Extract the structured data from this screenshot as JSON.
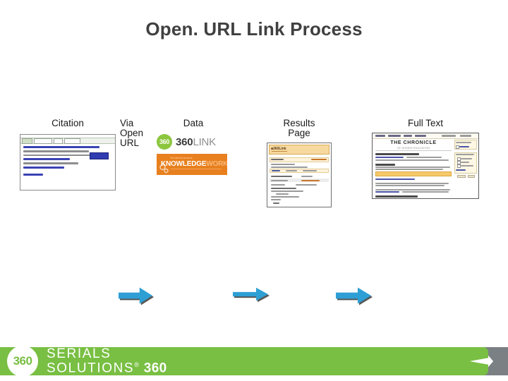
{
  "slide": {
    "title": "Open. URL Link Process"
  },
  "flow": {
    "steps": [
      {
        "id": "citation",
        "label": "Citation"
      },
      {
        "id": "viaopenurl",
        "label_line1": "Via",
        "label_line2": "Open",
        "label_line3": "URL"
      },
      {
        "id": "data",
        "label": "Data"
      },
      {
        "id": "results",
        "label_line1": "Results",
        "label_line2": "Page"
      },
      {
        "id": "fulltext",
        "label": "Full Text"
      }
    ],
    "arrows": [
      {
        "id": "arrow-1",
        "direction": "right"
      },
      {
        "id": "arrow-2",
        "direction": "right"
      },
      {
        "id": "arrow-3",
        "direction": "right"
      }
    ]
  },
  "data_logos": {
    "link360": {
      "circle_text": "360",
      "wordmark_bold": "360",
      "wordmark_light": "LINK"
    },
    "knowledgeworks": {
      "superbrand": "SerialsSolutions",
      "word_bold": "KNOWLEDGE",
      "word_light": "WORKS"
    }
  },
  "thumbnails": {
    "fulltext": {
      "masthead": "THE CHRONICLE",
      "masthead_sub": "OF HIGHER EDUCATION"
    }
  },
  "footer": {
    "circle_text": "360",
    "line1": "SERIALS",
    "line2": "SOLUTIONS",
    "registered_mark": "®",
    "suffix": "360"
  },
  "colors": {
    "title": "#404040",
    "arrow": "#2e9fd4",
    "arrow_shadow": "#585858",
    "brand_green": "#79bf43",
    "logo_green": "#8cc63e",
    "kw_orange": "#e8801f",
    "results_header": "#f7d9a0",
    "footer_chevron_gray": "#7b8084"
  }
}
